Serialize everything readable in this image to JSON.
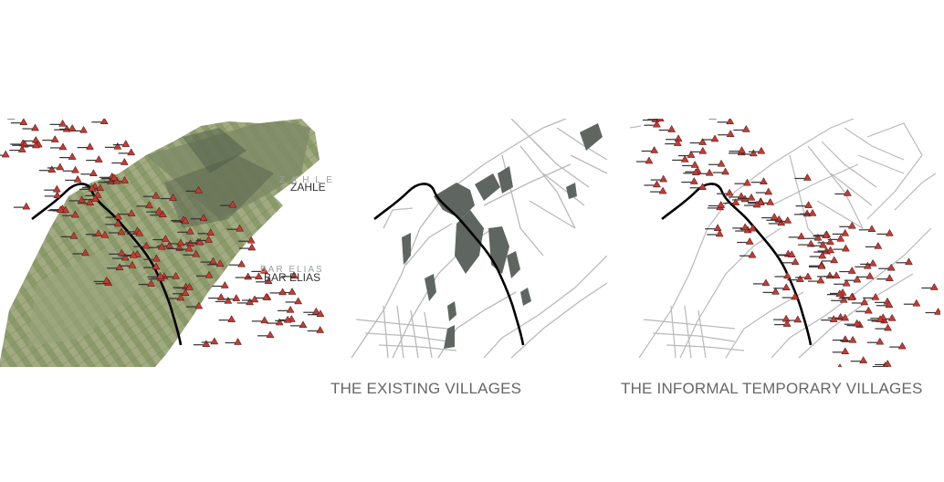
{
  "captions": {
    "existing": "THE EXISTING VILLAGES",
    "informal": "THE INFORMAL TEMPORARY VILLAGES"
  },
  "labels": {
    "zahle_ghost": "Z A H L E",
    "zahle": "ZAHLE",
    "bar_elias_ghost": "BAR ELIAS",
    "bar_elias": "BAR ELIAS"
  },
  "colors": {
    "aerial_green": "#7e8f63",
    "aerial_field": "#a7b088",
    "settlement_gray": "#5f6661",
    "road_gray": "#b9b9b9",
    "highway": "#000000",
    "marker_red": "#c53a32"
  },
  "legend_icons": {
    "marker": "red-triangle-tent-icon"
  }
}
